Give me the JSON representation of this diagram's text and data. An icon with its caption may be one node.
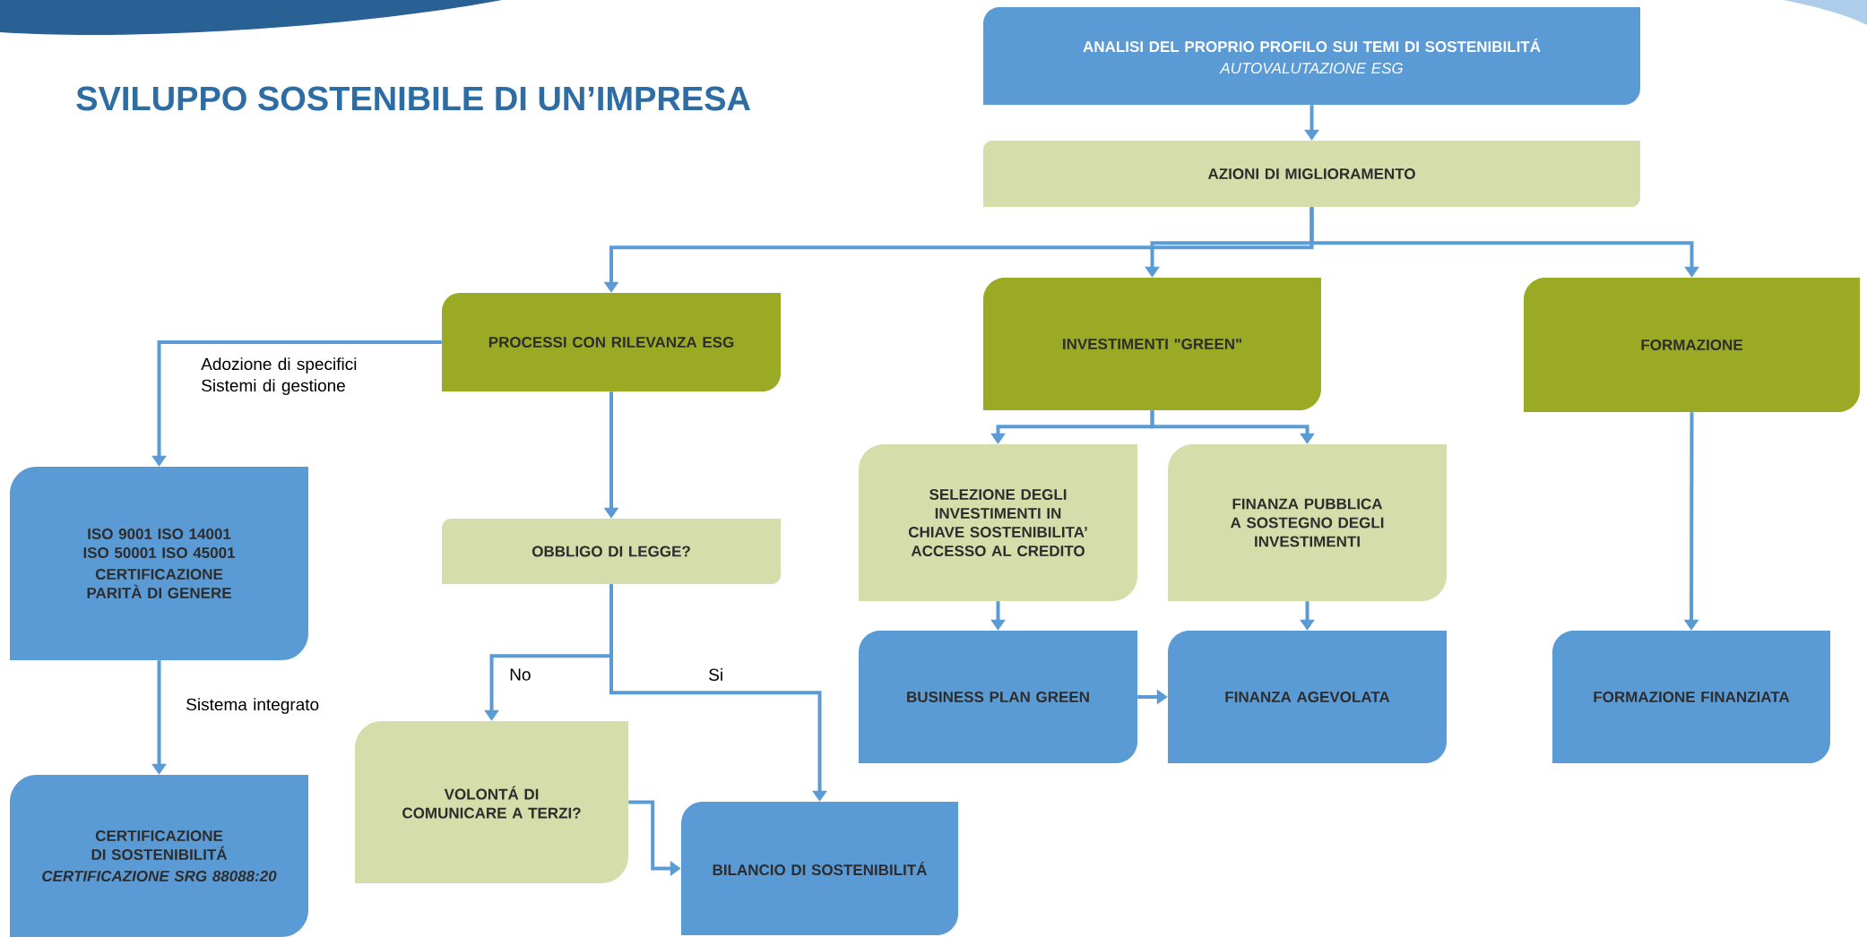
{
  "diagram": {
    "title": "SVILUPPO SOSTENIBILE DI UN’IMPRESA",
    "nodes": [
      {
        "text": [
          "ANALISI DEL PROPRIO PROFILO SUI TEMI DI SOSTENIBILITÁ",
          "AUTOVALUTAZIONE ESG"
        ]
      },
      {
        "text": [
          "AZIONI DI MIGLIORAMENTO"
        ]
      },
      {
        "text": [
          "PROCESSI CON RILEVANZA ESG"
        ]
      },
      {
        "text": [
          "INVESTIMENTI \"GREEN\""
        ]
      },
      {
        "text": [
          "FORMAZIONE"
        ]
      },
      {
        "text": [
          "ISO 9001 ISO 14001 ISO 50001 ISO 45001",
          "CERTIFICAZIONE PARITÀ DI GENERE"
        ]
      },
      {
        "text": [
          "CERTIFICAZIONE DI SOSTENIBILITÁ",
          "CERTIFICAZIONE SRG 88088:20"
        ]
      },
      {
        "text": [
          "OBBLIGO DI LEGGE?"
        ]
      },
      {
        "text": [
          "VOLONTÁ DI COMUNICARE A TERZI?"
        ]
      },
      {
        "text": [
          "BILANCIO DI SOSTENIBILITÁ"
        ]
      },
      {
        "text": [
          "SELEZIONE DEGLI INVESTIMENTI IN CHIAVE SOSTENIBILITA’ ACCESSO AL CREDITO"
        ]
      },
      {
        "text": [
          "FINANZA PUBBLICA A SOSTEGNO DEGLI INVESTIMENTI"
        ]
      },
      {
        "text": [
          "BUSINESS PLAN GREEN"
        ]
      },
      {
        "text": [
          "FINANZA AGEVOLATA"
        ]
      },
      {
        "text": [
          "FORMAZIONE FINANZIATA"
        ]
      }
    ],
    "edges": [
      {
        "from": 0,
        "to": 1,
        "arrow": "to"
      },
      {
        "from": 1,
        "to": 2,
        "arrow": "to"
      },
      {
        "from": 1,
        "to": 3,
        "arrow": "to"
      },
      {
        "from": 1,
        "to": 4,
        "arrow": "to"
      },
      {
        "from": 2,
        "to": 5,
        "arrow": "to",
        "label": "Adozione di specifici Sistemi di gestione"
      },
      {
        "from": 2,
        "to": 7,
        "arrow": "to"
      },
      {
        "from": 5,
        "to": 6,
        "arrow": "to",
        "label": "Sistema integrato"
      },
      {
        "from": 7,
        "to": 8,
        "arrow": "to",
        "label": "No"
      },
      {
        "from": 7,
        "to": 9,
        "arrow": "to",
        "label": "Si"
      },
      {
        "from": 8,
        "to": 9,
        "arrow": "to"
      },
      {
        "from": 3,
        "to": 10,
        "arrow": "to"
      },
      {
        "from": 3,
        "to": 11,
        "arrow": "to"
      },
      {
        "from": 10,
        "to": 12,
        "arrow": "to"
      },
      {
        "from": 11,
        "to": 13,
        "arrow": "to"
      },
      {
        "from": 12,
        "to": 13,
        "arrow": "to"
      },
      {
        "from": 4,
        "to": 14,
        "arrow": "to"
      }
    ]
  }
}
